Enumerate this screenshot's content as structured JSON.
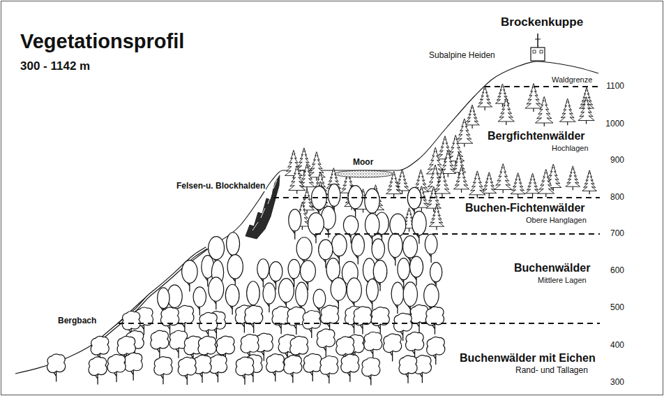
{
  "diagram": {
    "title": "Vegetationsprofil",
    "labels": [
      "300 - 1142 m",
      "Brockenkuppe",
      "Subalpine Heiden",
      "Waldgrenze",
      "1100",
      "Bergfichtenwälder",
      "Hochlagen",
      "1000",
      "Moor",
      "900",
      "Felsen-u. Blockhalden",
      "Buchen-Fichtenwälder",
      "800",
      "Obere Hanglagen",
      "700",
      "Buchenwälder",
      "600",
      "Mittlere Lagen",
      "500",
      "Bergbach",
      "400",
      "Buchenwälder mit Eichen",
      "Rand- und Tallagen",
      "300"
    ]
  }
}
